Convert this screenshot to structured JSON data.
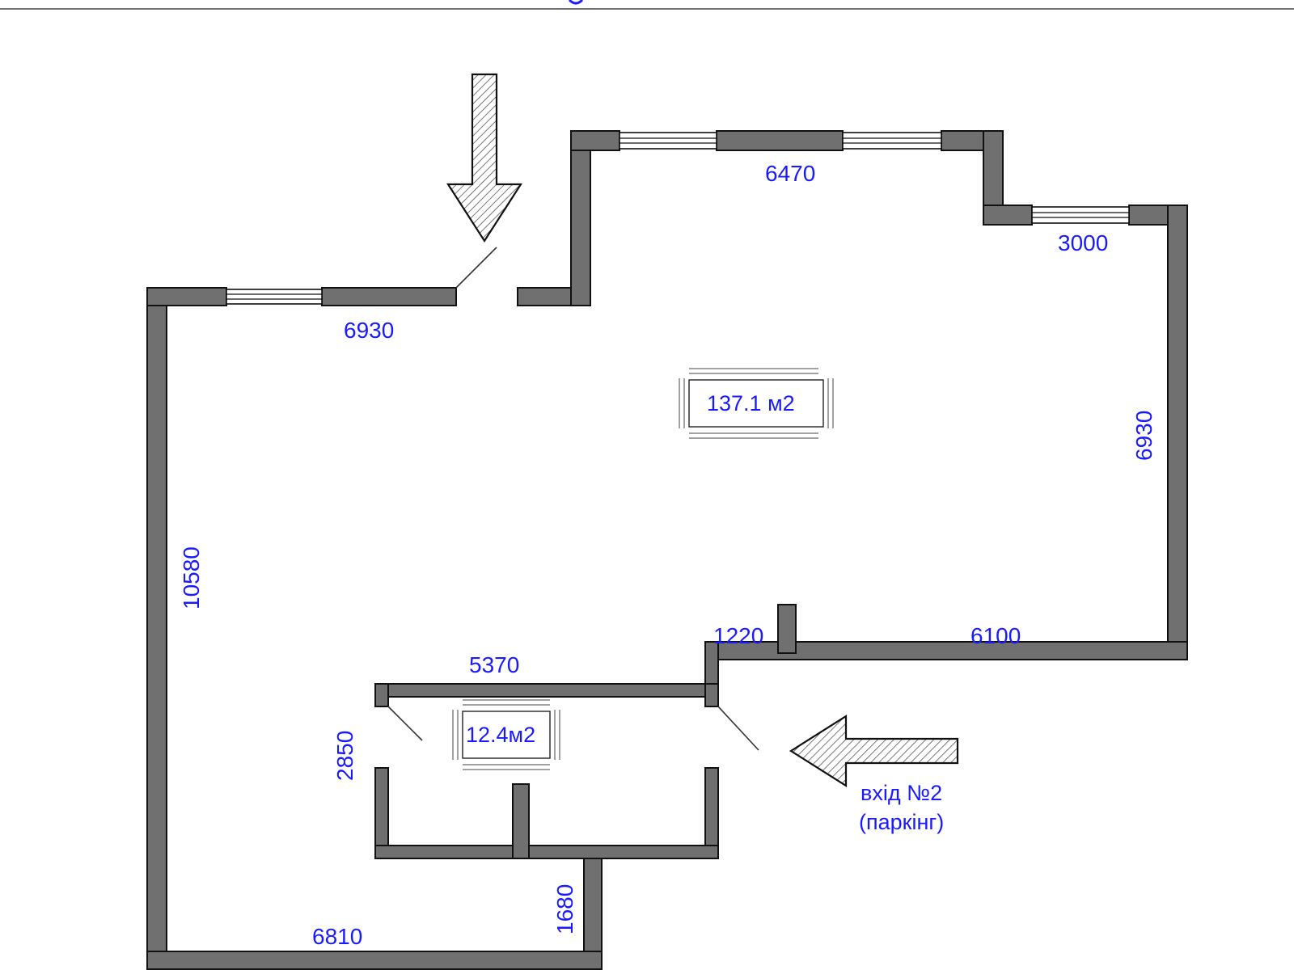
{
  "plan": {
    "dimensions": {
      "top_right_wall": "6470",
      "right_step_wall": "3000",
      "top_left_wall": "6930",
      "right_wall": "6930",
      "left_wall": "10580",
      "step_1220": "1220",
      "bottom_right_wall": "6100",
      "small_room_top": "5370",
      "small_room_left": "2850",
      "bottom_left_wall": "6810",
      "bottom_step": "1680"
    },
    "areas": {
      "main_hall": "137.1 м2",
      "small_room": "12.4м2"
    },
    "entrance2": {
      "line1": "вхід №2",
      "line2": "(паркінг)"
    }
  },
  "colors": {
    "wall_fill": "#707070",
    "label_color": "#1a1aff"
  }
}
